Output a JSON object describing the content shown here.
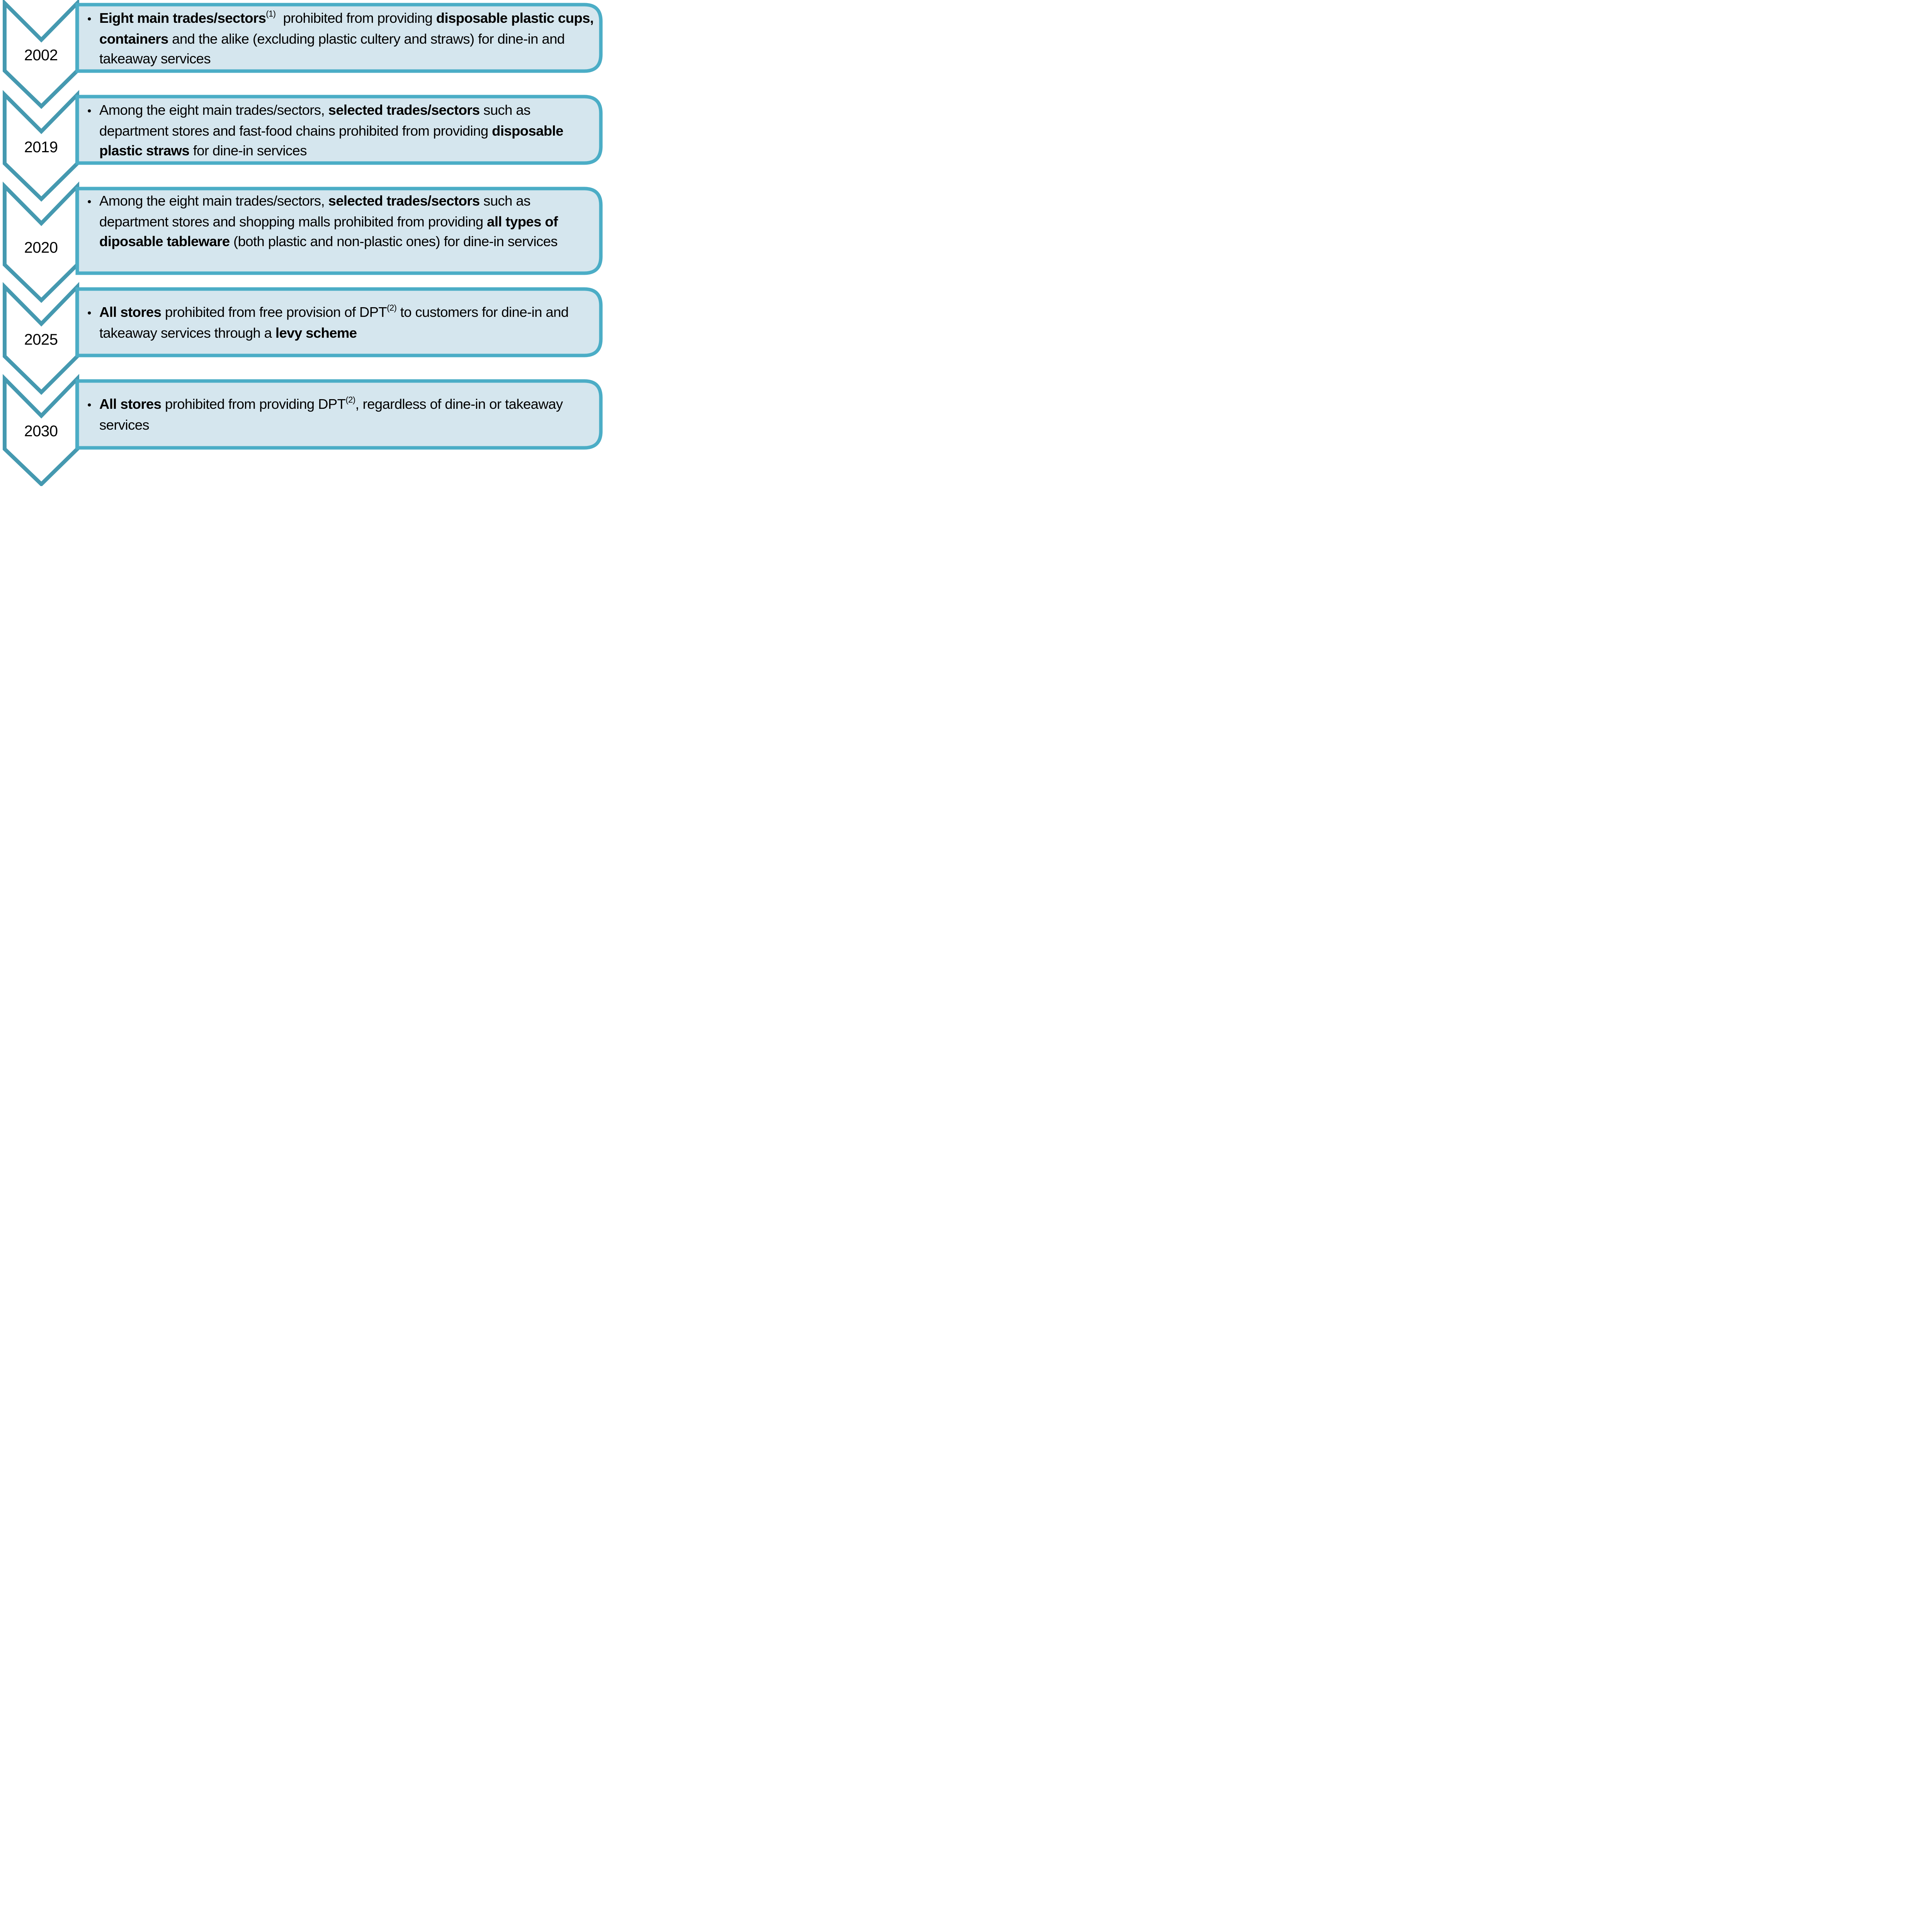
{
  "colors": {
    "chevron_stroke": "#4599b0",
    "box_stroke": "#4badc6",
    "box_fill": "#d5e6ee",
    "text": "#000000"
  },
  "steps": [
    {
      "year": "2002",
      "bullet": "•",
      "segments": [
        {
          "text": "Eight main trades/sectors",
          "bold": true
        },
        {
          "text": "(1)",
          "sup": true
        },
        {
          "text": "  prohibited from providing "
        },
        {
          "text": "disposable plastic cups, containers",
          "bold": true
        },
        {
          "text": " and the alike (excluding plastic cultery and straws) for dine-in and takeaway services"
        }
      ]
    },
    {
      "year": "2019",
      "bullet": "•",
      "segments": [
        {
          "text": "Among the eight main trades/sectors, "
        },
        {
          "text": "selected trades/sectors",
          "bold": true
        },
        {
          "text": " such as department stores and fast-food chains prohibited from providing "
        },
        {
          "text": "disposable plastic straws",
          "bold": true
        },
        {
          "text": " for dine-in services"
        }
      ]
    },
    {
      "year": "2020",
      "bullet": "•",
      "segments": [
        {
          "text": "Among the eight main trades/sectors, "
        },
        {
          "text": "selected trades/sectors",
          "bold": true
        },
        {
          "text": " such as department stores and shopping malls prohibited from providing "
        },
        {
          "text": "all types of diposable tableware",
          "bold": true
        },
        {
          "text": " (both plastic and non-plastic ones) for dine-in services"
        }
      ]
    },
    {
      "year": "2025",
      "bullet": "•",
      "segments": [
        {
          "text": "All stores",
          "bold": true
        },
        {
          "text": " prohibited from free provision of DPT"
        },
        {
          "text": "(2)",
          "sup": true
        },
        {
          "text": " to customers for dine-in and takeaway services through a "
        },
        {
          "text": "levy scheme",
          "bold": true
        }
      ]
    },
    {
      "year": "2030",
      "bullet": "•",
      "segments": [
        {
          "text": "All stores",
          "bold": true
        },
        {
          "text": " prohibited from providing DPT"
        },
        {
          "text": "(2)",
          "sup": true
        },
        {
          "text": ", regardless of dine-in or takeaway services"
        }
      ]
    }
  ]
}
